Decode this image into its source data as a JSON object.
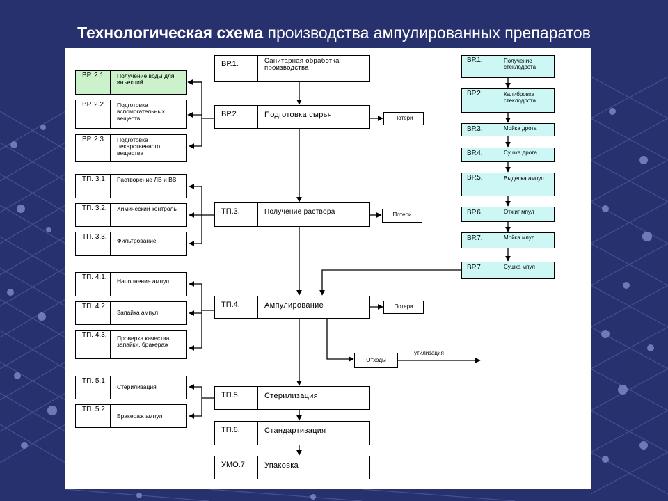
{
  "title": {
    "bold": "Технологическая схема",
    "rest": " производства ампулированных препаратов"
  },
  "main_steps": [
    {
      "code": "ВР.1.",
      "text": "Санитарная обработка производства"
    },
    {
      "code": "ВР.2.",
      "text": "Подготовка сырья"
    },
    {
      "code": "ТП.3.",
      "text": "Получение раствора"
    },
    {
      "code": "ТП.4.",
      "text": "Ампулирование"
    },
    {
      "code": "ТП.5.",
      "text": "Стерилизация"
    },
    {
      "code": "ТП.6.",
      "text": "Стандартизация"
    },
    {
      "code": "УМО.7",
      "text": "Упаковка"
    }
  ],
  "left_steps": [
    {
      "code": "ВР. 2.1.",
      "text": "Получение воды для инъекций"
    },
    {
      "code": "ВР. 2.2.",
      "text": "Подготовка вспомогательных веществ"
    },
    {
      "code": "ВР. 2.3.",
      "text": "Подготовка лекарственного вещества"
    },
    {
      "code": "ТП. 3.1",
      "text": "Растворение ЛВ и ВВ"
    },
    {
      "code": "ТП. 3.2.",
      "text": "Химический контроль"
    },
    {
      "code": "ТП. 3.3.",
      "text": "Фильтрование"
    },
    {
      "code": "ТП. 4.1.",
      "text": "Наполнение ампул"
    },
    {
      "code": "ТП. 4.2.",
      "text": "Запайка ампул"
    },
    {
      "code": "ТП. 4.3.",
      "text": "Проверка качества запайки, бракераж"
    },
    {
      "code": "ТП. 5.1",
      "text": "Стерилизация"
    },
    {
      "code": "ТП. 5.2",
      "text": "Бракераж ампул"
    }
  ],
  "right_steps": [
    {
      "code": "ВР.1.",
      "text": "Получение стеклодрота"
    },
    {
      "code": "ВР.2.",
      "text": "Калибровка стеклодрота"
    },
    {
      "code": "ВР.3.",
      "text": "Мойка дрота"
    },
    {
      "code": "ВР.4.",
      "text": "Сушка дрота"
    },
    {
      "code": "ВР.5.",
      "text": "Выделка ампул"
    },
    {
      "code": "ВР.6.",
      "text": "Отжиг мпул"
    },
    {
      "code": "ВР.7.",
      "text": "Мойка мпул"
    },
    {
      "code": "ВР.7.",
      "text": "Сушка мпул"
    }
  ],
  "side_boxes": {
    "loss_1": "Потери",
    "loss_2": "Потери",
    "loss_3": "Потери",
    "waste": "Отходы"
  },
  "labels": {
    "utilization": "утилизация"
  },
  "colors": {
    "background": "#27316e",
    "canvas": "#ffffff",
    "right_fill": "#ccf7f5",
    "highlight_fill": "#ccf2cc",
    "line": "#000000"
  }
}
